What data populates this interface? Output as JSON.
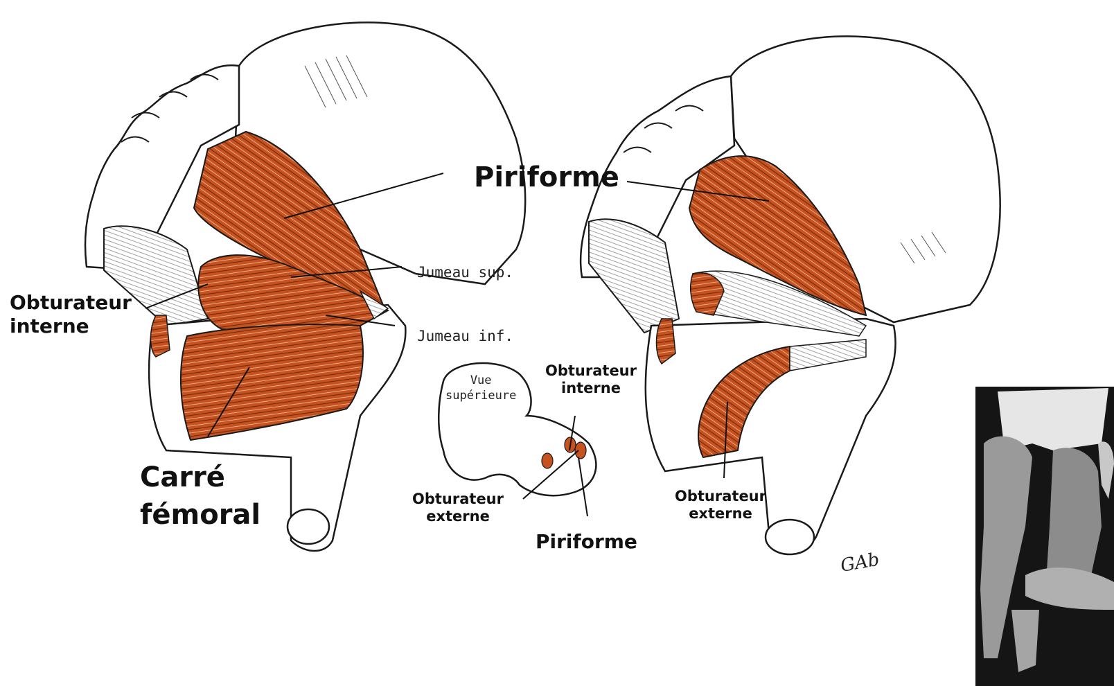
{
  "labels": {
    "piriforme_main": "Piriforme",
    "obturateur_interne_left": [
      "Obturateur",
      "interne"
    ],
    "carre_femoral": [
      "Carré",
      "fémoral"
    ],
    "jumeau_sup": "Jumeau sup.",
    "jumeau_inf": "Jumeau inf.",
    "vue_superieure": [
      "Vue",
      "supérieure"
    ],
    "obturateur_interne_center": [
      "Obturateur",
      "interne"
    ],
    "obturateur_externe_center": [
      "Obturateur",
      "externe"
    ],
    "piriforme_center": "Piriforme",
    "obturateur_externe_right": [
      "Obturateur",
      "externe"
    ]
  },
  "signature_text": "GAb",
  "colors": {
    "muscle": "#c5521f",
    "muscle_dark": "#8f3210",
    "outline": "#1a1a1a",
    "bone": "#ffffff",
    "photo_dark": "#141414",
    "photo_skin": "#9a9a9a"
  }
}
